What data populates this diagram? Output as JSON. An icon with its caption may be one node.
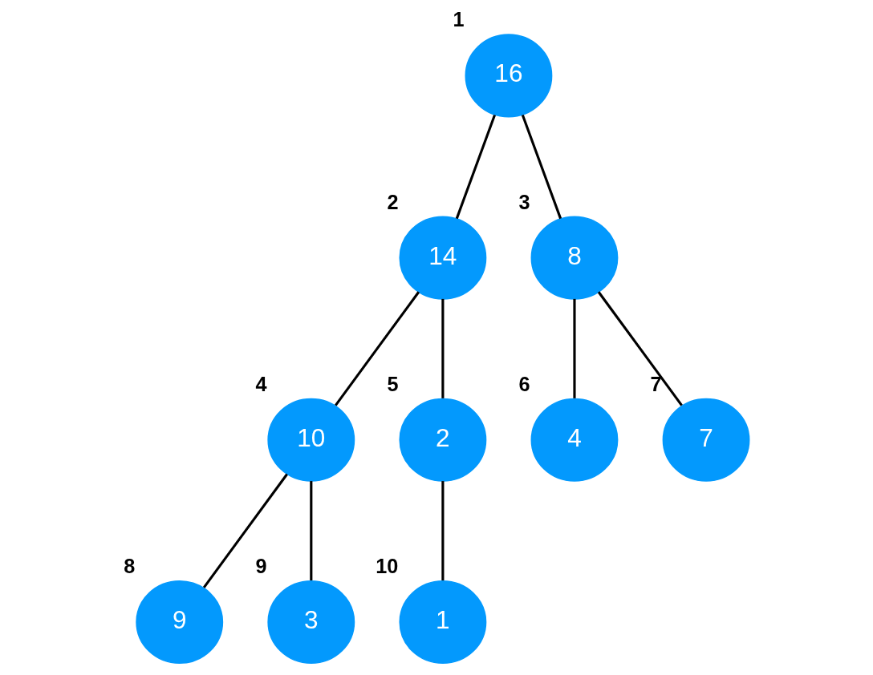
{
  "diagram": {
    "nodes": [
      {
        "text": [
          "16"
        ],
        "beside": [
          "1"
        ]
      },
      {
        "text": [
          "14"
        ],
        "beside": [
          "2"
        ]
      },
      {
        "text": [
          "8"
        ],
        "beside": [
          "3"
        ]
      },
      {
        "text": [
          "10"
        ],
        "beside": [
          "4"
        ]
      },
      {
        "text": [
          "2"
        ],
        "beside": [
          "5"
        ]
      },
      {
        "text": [
          "4"
        ],
        "beside": [
          "6"
        ]
      },
      {
        "text": [
          "7"
        ],
        "beside": [
          "7"
        ]
      },
      {
        "text": [
          "9"
        ],
        "beside": [
          "8"
        ]
      },
      {
        "text": [
          "3"
        ],
        "beside": [
          "9"
        ]
      },
      {
        "text": [
          "1"
        ],
        "beside": [
          "10"
        ]
      }
    ],
    "edges": [
      {
        "from": 0,
        "to": 1,
        "arrow": "none"
      },
      {
        "from": 0,
        "to": 2,
        "arrow": "none"
      },
      {
        "from": 1,
        "to": 3,
        "arrow": "none"
      },
      {
        "from": 1,
        "to": 4,
        "arrow": "none"
      },
      {
        "from": 2,
        "to": 5,
        "arrow": "none"
      },
      {
        "from": 2,
        "to": 6,
        "arrow": "none"
      },
      {
        "from": 3,
        "to": 7,
        "arrow": "none"
      },
      {
        "from": 3,
        "to": 8,
        "arrow": "none"
      },
      {
        "from": 4,
        "to": 9,
        "arrow": "none"
      }
    ]
  }
}
